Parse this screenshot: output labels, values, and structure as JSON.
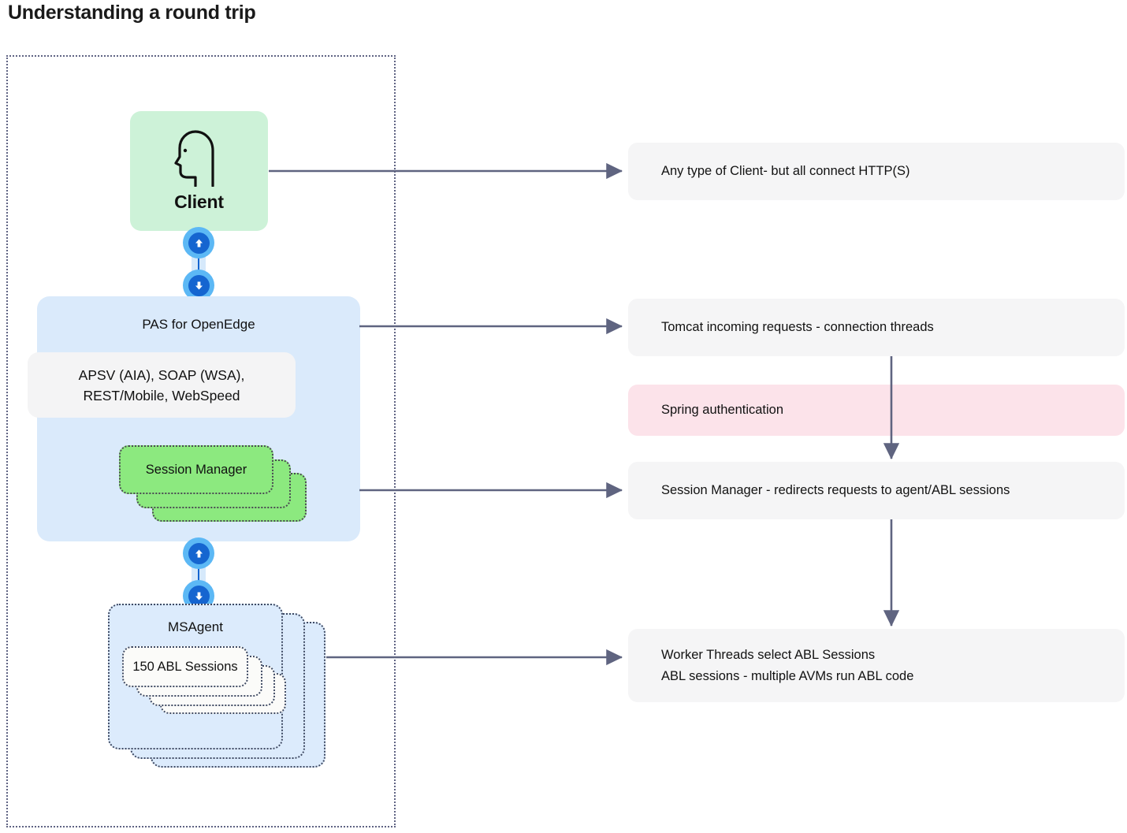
{
  "page": {
    "title": "Understanding a round trip"
  },
  "diagram": {
    "client": {
      "label": "Client",
      "icon": "person-head-profile-icon",
      "color": "#cdf2d8"
    },
    "pas": {
      "title": "PAS for OpenEdge",
      "color": "#daeafb",
      "protocols": {
        "line1": "APSV (AIA), SOAP (WSA),",
        "line2": "REST/Mobile, WebSpeed",
        "color": "#f4f4f5"
      },
      "session_manager": {
        "label": "Session Manager",
        "color": "#8ce97f",
        "stack_count": 3
      }
    },
    "agent": {
      "title": "MSAgent",
      "color": "#dcebfc",
      "stack_count": 3,
      "sessions": {
        "label": "150 ABL Sessions",
        "count": 150,
        "color": "#fbfbf9",
        "stack_count": 4
      }
    },
    "connectors": {
      "up_arrow_glyph": "↑",
      "down_arrow_glyph": "↓",
      "badge_outer_color": "#5cb8f5",
      "badge_inner_color": "#1565d0",
      "arrow_color": "#5f6480"
    }
  },
  "callouts": [
    {
      "name": "client",
      "line1": "Any type of Client- but all connect HTTP(S)",
      "line2": "",
      "color": "#f5f5f6"
    },
    {
      "name": "tomcat",
      "line1": "Tomcat incoming requests - connection threads",
      "line2": "",
      "color": "#f5f5f6"
    },
    {
      "name": "spring",
      "line1": "Spring authentication",
      "line2": "",
      "color": "#fce3ea"
    },
    {
      "name": "session",
      "line1": "Session Manager - redirects requests to agent/ABL sessions",
      "line2": "",
      "color": "#f5f5f6"
    },
    {
      "name": "worker",
      "line1": "Worker Threads select ABL Sessions",
      "line2": "ABL sessions - multiple AVMs run ABL code",
      "color": "#f5f5f6"
    }
  ]
}
